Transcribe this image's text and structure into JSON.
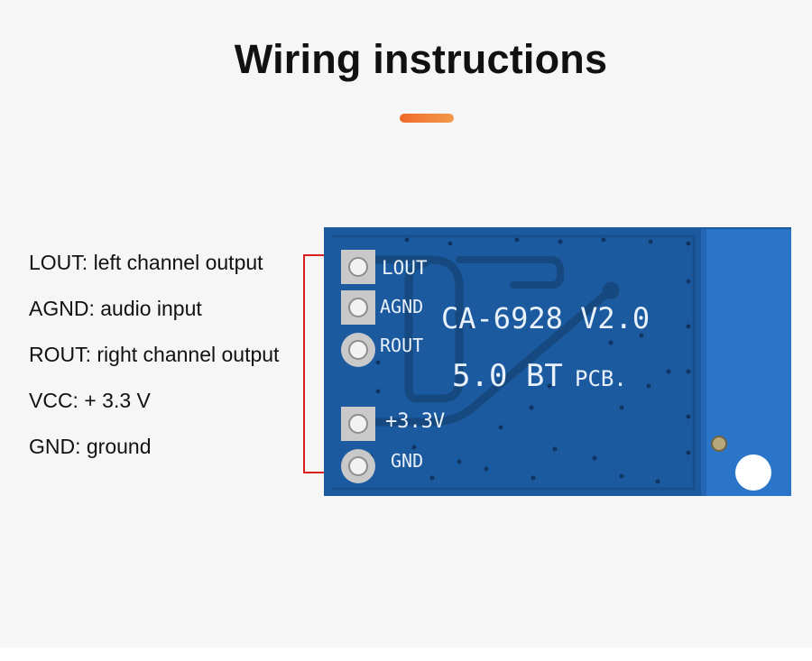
{
  "title": "Wiring instructions",
  "accent_color": "#f06a2a",
  "bracket_color": "#d91f1f",
  "legend": [
    "LOUT: left channel output",
    "AGND: audio input",
    "ROUT: right channel output",
    "VCC: + 3.3 V",
    "GND: ground"
  ],
  "board": {
    "board_color": "#1c5aa0",
    "antenna_color": "#2a75c8",
    "pin_labels": [
      "LOUT",
      "AGND",
      "ROUT",
      "+3.3V",
      "GND"
    ],
    "model_text": "CA-6928 V2.0",
    "bt_text": "5.0 BT",
    "pcb_text": "PCB."
  }
}
